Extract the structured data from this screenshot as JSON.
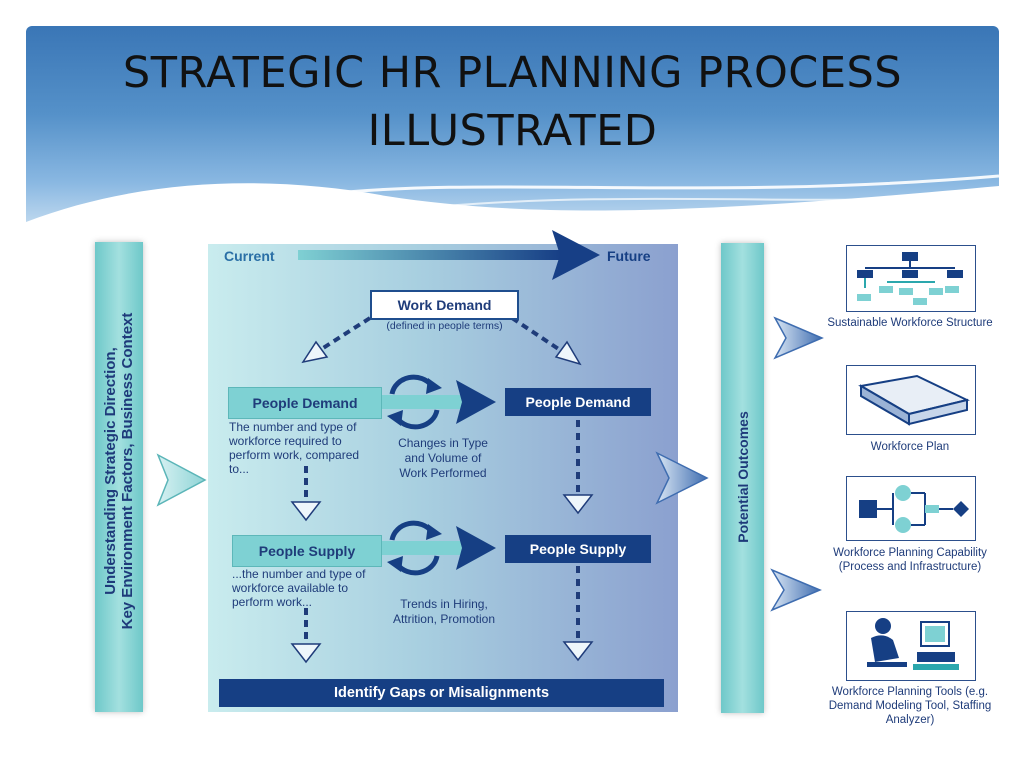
{
  "slide": {
    "title_line1": "STRATEGIC HR PLANNING PROCESS",
    "title_line2": "ILLUSTRATED"
  },
  "diagram": {
    "left_bar_line1": "Understanding Strategic Direction,",
    "left_bar_line2": "Key Environment Factors, Business Context",
    "timeline_current": "Current",
    "timeline_future": "Future",
    "work_demand": "Work Demand",
    "work_demand_note": "(defined in people terms)",
    "people_demand_current": "People Demand",
    "people_demand_future": "People Demand",
    "people_demand_desc": "The number and type of workforce required to perform work, compared to...",
    "changes_note": "Changes in Type and Volume of Work Performed",
    "people_supply_current": "People Supply",
    "people_supply_future": "People Supply",
    "people_supply_desc": "...the number and type of workforce available to perform work...",
    "trends_note": "Trends in Hiring, Attrition, Promotion",
    "gaps": "Identify Gaps or Misalignments",
    "potential_outcomes": "Potential Outcomes",
    "outcomes": [
      {
        "icon": "org-chart-icon",
        "label": "Sustainable Workforce Structure"
      },
      {
        "icon": "binder-icon",
        "label": "Workforce Plan"
      },
      {
        "icon": "process-flow-icon",
        "label": "Workforce Planning Capability (Process and Infrastructure)"
      },
      {
        "icon": "person-at-computer-icon",
        "label": "Workforce Planning Tools (e.g. Demand Modeling Tool, Staffing Analyzer)"
      }
    ]
  },
  "colors": {
    "navy": "#163f84",
    "teal": "#7ed1d3",
    "banner_blue": "#3a76b6"
  }
}
